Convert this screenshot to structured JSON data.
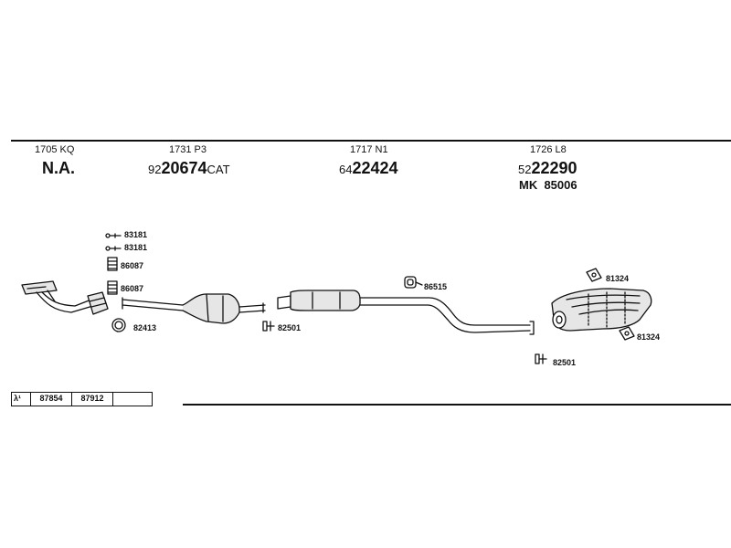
{
  "columns": [
    {
      "code": "1705 KQ",
      "part_main": "N.A.",
      "part_prefix": "",
      "part_suffix": "",
      "extra": ""
    },
    {
      "code": "1731 P3",
      "part_prefix": "92",
      "part_main": "20674",
      "part_suffix": "CAT",
      "extra": ""
    },
    {
      "code": "1717 N1",
      "part_prefix": "64",
      "part_main": "22424",
      "part_suffix": "",
      "extra": ""
    },
    {
      "code": "1726 L8",
      "part_prefix": "52",
      "part_main": "22290",
      "part_suffix": "",
      "extra": "MK  85006"
    }
  ],
  "labels": {
    "l83181a": "83181",
    "l83181b": "83181",
    "l86087a": "86087",
    "l86087b": "86087",
    "l82413": "82413",
    "l82501a": "82501",
    "l86515": "86515",
    "l81324a": "81324",
    "l81324b": "81324",
    "l82501b": "82501"
  },
  "footer_table": {
    "symbol": "λ¹",
    "cells": [
      "87854",
      "87912",
      ""
    ]
  },
  "colors": {
    "line": "#111111",
    "fill": "#e6e6e6"
  }
}
